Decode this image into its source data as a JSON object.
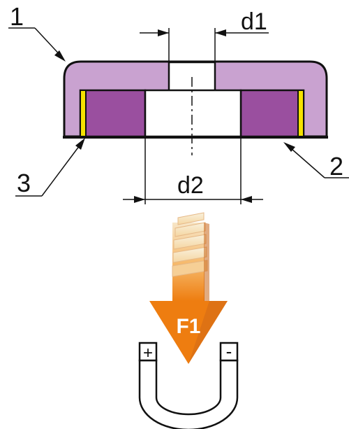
{
  "labels": {
    "part_1": "1",
    "part_2": "2",
    "part_3": "3",
    "dim_d1": "d1",
    "dim_d2": "d2",
    "force": "F1",
    "pole_plus": "+",
    "pole_minus": "-"
  },
  "colors": {
    "cup_housing": "#c9a2d0",
    "magnet_ring": "#9a4f9f",
    "spacer_ring": "#f5e200",
    "arrow_top": "#f7e6c8",
    "arrow_bottom": "#ee7d10",
    "outline": "#111111"
  }
}
